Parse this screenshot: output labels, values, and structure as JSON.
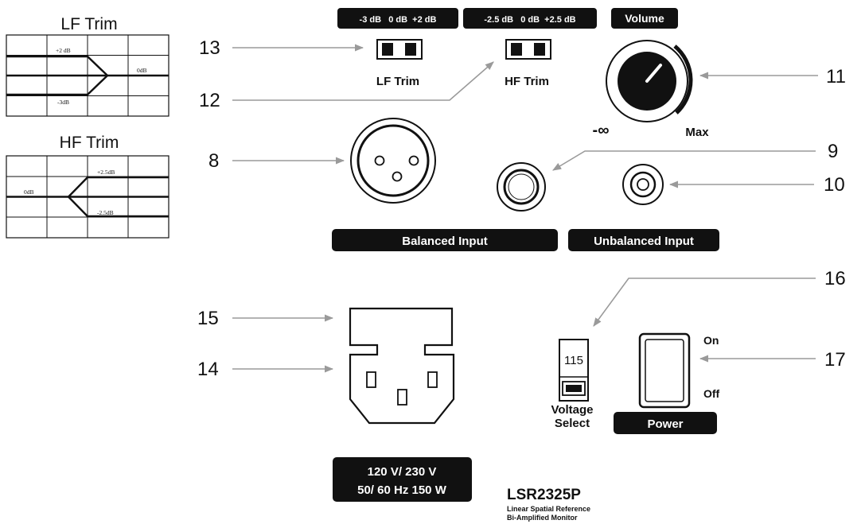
{
  "trim_graphs": {
    "lf": {
      "title": "LF Trim",
      "label_plus": "+2 dB",
      "label_zero": "0dB",
      "label_minus": "-3dB"
    },
    "hf": {
      "title": "HF Trim",
      "label_zero": "0dB",
      "label_plus": "+2.5dB",
      "label_minus": "-2.5dB"
    }
  },
  "switches": {
    "lf_scale": "-3 dB   0 dB  +2 dB",
    "lf_label": "LF Trim",
    "hf_scale": "-2.5 dB   0 dB  +2.5 dB",
    "hf_label": "HF Trim"
  },
  "volume": {
    "label": "Volume",
    "min_label": "-∞",
    "max_label": "Max"
  },
  "inputs": {
    "balanced_label": "Balanced Input",
    "unbalanced_label": "Unbalanced Input"
  },
  "voltage_select": {
    "value": "115",
    "label_line1": "Voltage",
    "label_line2": "Select"
  },
  "power": {
    "label": "Power",
    "on_label": "On",
    "off_label": "Off"
  },
  "power_rating": {
    "line1": "120 V/ 230 V",
    "line2": "50/ 60 Hz 150 W"
  },
  "model": {
    "name": "LSR2325P",
    "desc1": "Linear Spatial Reference",
    "desc2": "Bi-Amplified Monitor"
  },
  "callouts": {
    "c8": "8",
    "c9": "9",
    "c10": "10",
    "c11": "11",
    "c12": "12",
    "c13": "13",
    "c14": "14",
    "c15": "15",
    "c16": "16",
    "c17": "17"
  }
}
